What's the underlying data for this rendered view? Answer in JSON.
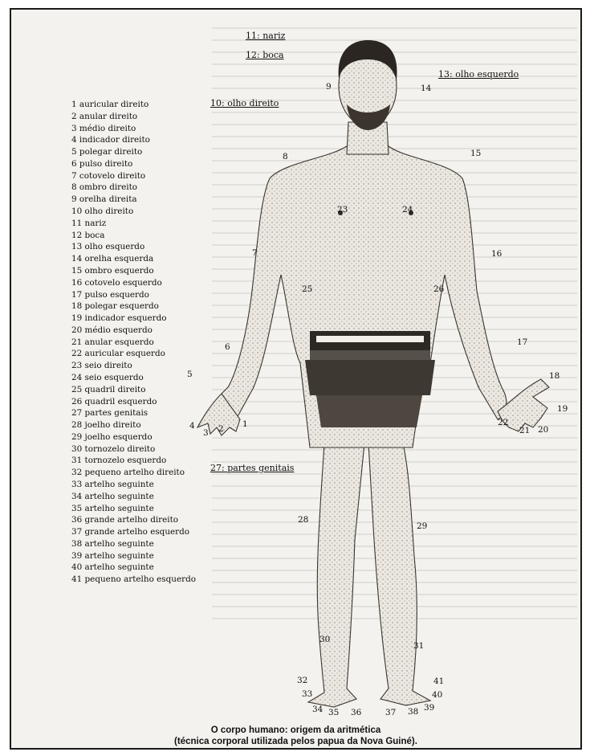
{
  "top_labels": {
    "nariz": "11: nariz",
    "boca": "12: boca",
    "olho_esquerdo": "13: olho esquerdo",
    "olho_direito": "10: olho direito",
    "partes_genitais": "27: partes genitais"
  },
  "legend": [
    "1 auricular direito",
    "2 anular direito",
    "3 médio direito",
    "4 indicador direito",
    "5 polegar direito",
    "6 pulso direito",
    "7 cotovelo direito",
    "8 ombro direito",
    "9 orelha direita",
    "10 olho direito",
    "11 nariz",
    "12 boca",
    "13 olho esquerdo",
    "14 orelha esquerda",
    "15 ombro esquerdo",
    "16 cotovelo esquerdo",
    "17 pulso esquerdo",
    "18 polegar esquerdo",
    "19 indicador esquerdo",
    "20 médio esquerdo",
    "21 anular esquerdo",
    "22 auricular esquerdo",
    "23 seio direito",
    "24 seio esquerdo",
    "25 quadril direito",
    "26 quadril esquerdo",
    "27 partes genitais",
    "28 joelho direito",
    "29 joelho esquerdo",
    "30 tornozelo direito",
    "31 tornozelo esquerdo",
    "32 pequeno artelho direito",
    "33 artelho seguinte",
    "34 artelho seguinte",
    "35 artelho seguinte",
    "36 grande artelho direito",
    "37 grande artelho esquerdo",
    "38 artelho seguinte",
    "39 artelho seguinte",
    "40 artelho seguinte",
    "41 pequeno artelho esquerdo"
  ],
  "body_points": [
    "1",
    "2",
    "3",
    "4",
    "5",
    "6",
    "7",
    "8",
    "9",
    "14",
    "15",
    "16",
    "17",
    "18",
    "19",
    "20",
    "21",
    "22",
    "23",
    "24",
    "25",
    "26",
    "28",
    "29",
    "30",
    "31",
    "32",
    "33",
    "34",
    "35",
    "36",
    "37",
    "38",
    "39",
    "40",
    "41"
  ],
  "caption": {
    "line1": "O corpo humano: origem da aritmética",
    "line2": "(técnica corporal utilizada pelos papua da Nova Guiné)."
  }
}
